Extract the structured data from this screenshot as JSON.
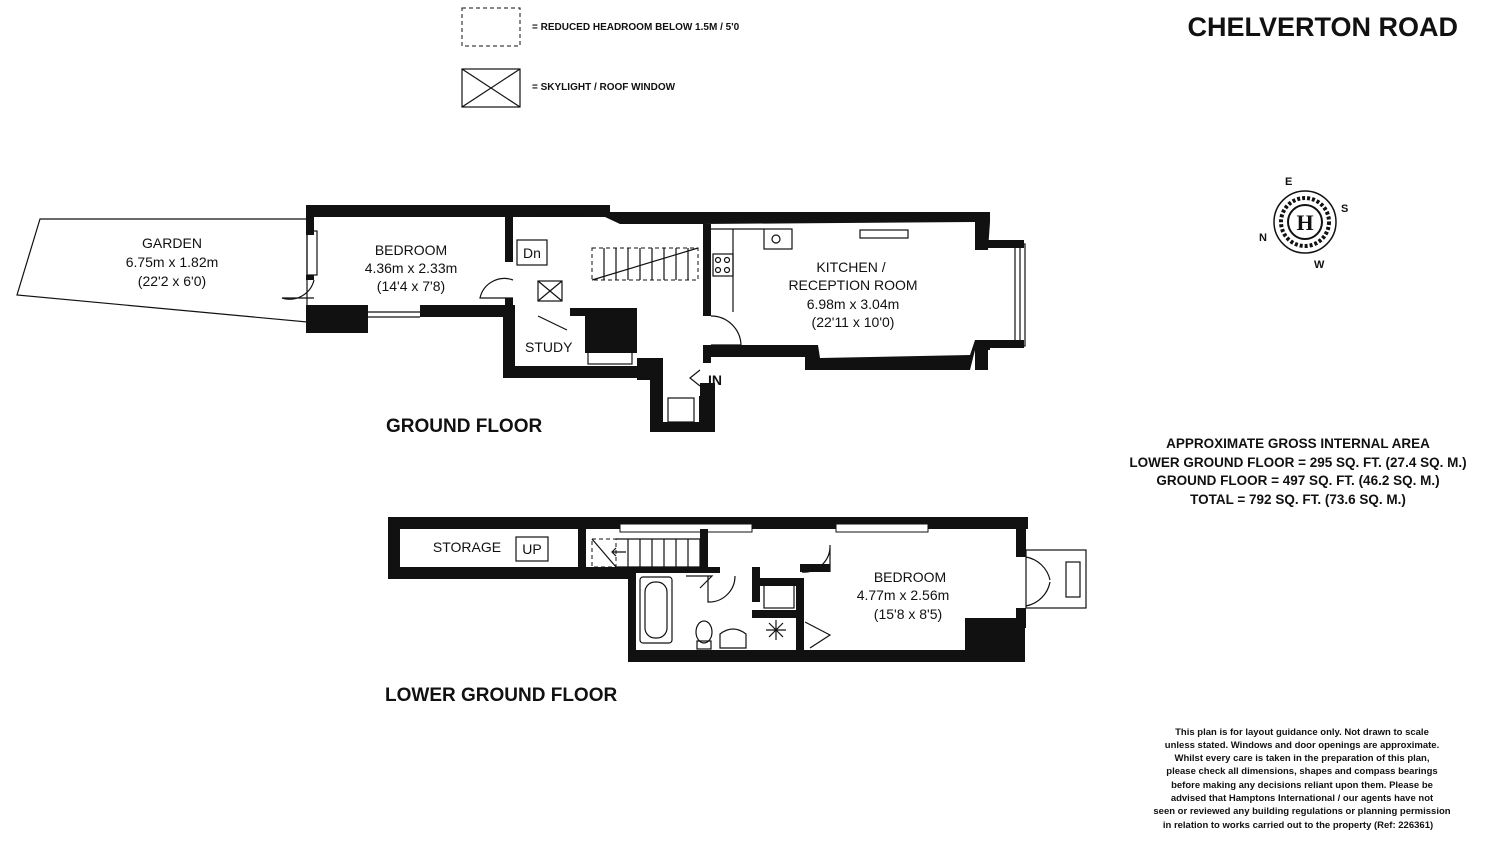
{
  "title": "CHELVERTON ROAD",
  "legend": {
    "reduced_headroom": "= REDUCED HEADROOM BELOW 1.5M / 5'0",
    "skylight": "= SKYLIGHT / ROOF  WINDOW"
  },
  "compass": {
    "e": "E",
    "s": "S",
    "n": "N",
    "w": "W",
    "logo": "H"
  },
  "ground_floor": {
    "label": "GROUND FLOOR",
    "garden": {
      "name": "GARDEN",
      "metric": "6.75m x 1.82m",
      "imperial": "(22'2 x 6'0)"
    },
    "bedroom": {
      "name": "BEDROOM",
      "metric": "4.36m x 2.33m",
      "imperial": "(14'4 x 7'8)"
    },
    "kitchen": {
      "name_line1": "KITCHEN /",
      "name_line2": "RECEPTION ROOM",
      "metric": "6.98m x 3.04m",
      "imperial": "(22'11 x 10'0)"
    },
    "study": "STUDY",
    "stairs_down": "Dn",
    "entrance": "IN"
  },
  "lower_ground_floor": {
    "label": "LOWER GROUND FLOOR",
    "storage": "STORAGE",
    "stairs_up": "UP",
    "bedroom": {
      "name": "BEDROOM",
      "metric": "4.77m x 2.56m",
      "imperial": "(15'8 x 8'5)"
    }
  },
  "area": {
    "heading": "APPROXIMATE GROSS INTERNAL AREA",
    "lower": "LOWER GROUND FLOOR = 295 SQ. FT. (27.4 SQ. M.)",
    "ground": "GROUND FLOOR  = 497 SQ. FT. (46.2 SQ. M.)",
    "total": "TOTAL = 792 SQ. FT. (73.6 SQ. M.)"
  },
  "disclaimer": [
    "This plan is for layout guidance only. Not drawn to scale",
    "unless stated. Windows and door openings are approximate.",
    "Whilst every care is taken in the preparation of this plan,",
    "please check all dimensions, shapes and compass bearings",
    "before making any decisions reliant upon them. Please be",
    "advised that Hamptons International / our agents have not",
    "seen or reviewed any building regulations or planning permission",
    "in relation to works carried out to the property (Ref: 226361)"
  ]
}
